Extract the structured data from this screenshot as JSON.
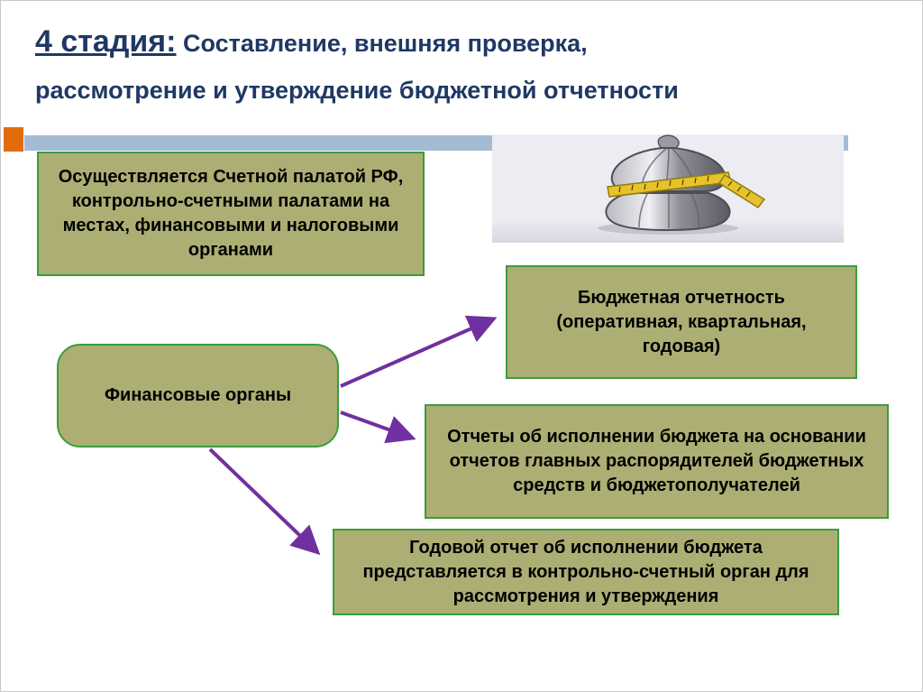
{
  "slide": {
    "title": {
      "stage": "4 стадия:",
      "rest": " Составление, внешняя проверка,",
      "line2": "рассмотрение и утверждение бюджетной отчетности"
    },
    "boxes": {
      "oversight": "Осуществляется Счетной палатой РФ, контрольно-счетными палатами на местах, финансовыми и налоговыми органами",
      "finance_organs": "Финансовые органы",
      "reporting": "Бюджетная отчетность (оперативная, квартальная, годовая)",
      "execution_reports": "Отчеты об исполнении бюджета на основании отчетов главных распорядителей бюджетных средств и бюджетополучателей",
      "annual_report": "Годовой отчет об исполнении бюджета представляется в контрольно-счетный орган для рассмотрения и утверждения"
    },
    "image": {
      "name": "money-bag-with-measuring-tape"
    },
    "colors": {
      "title": "#1F3864",
      "box_fill": "#ACAE74",
      "box_border": "#3C9C3C",
      "arrow": "#7030A0",
      "accent_orange": "#E36C0A",
      "band_blue": "#A3BCD4"
    }
  }
}
